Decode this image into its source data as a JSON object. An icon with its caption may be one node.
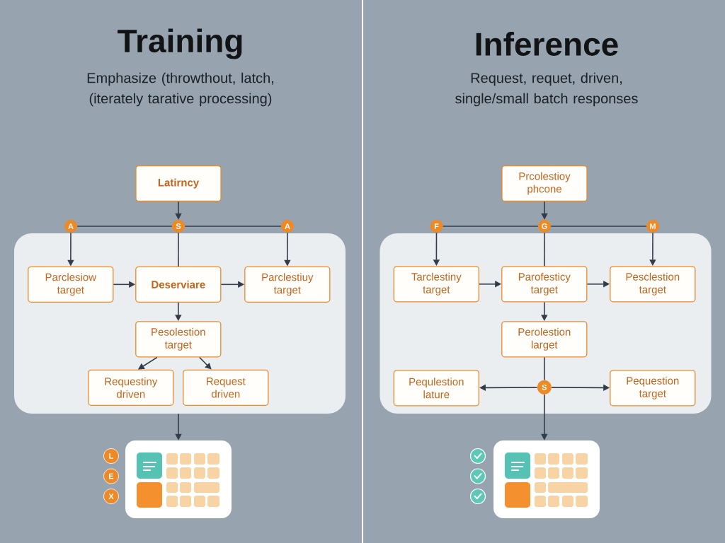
{
  "diagram": {
    "nodes": [
      {
        "text": [
          "Latirncy"
        ]
      },
      {
        "text": [
          "A"
        ]
      },
      {
        "text": [
          "S"
        ]
      },
      {
        "text": [
          "A"
        ]
      },
      {
        "text": [],
        "shape": "box"
      },
      {
        "text": [
          "Parclesiow target"
        ],
        "in": 4
      },
      {
        "text": [
          "Deserviare"
        ],
        "in": 4
      },
      {
        "text": [
          "Parclestiuy target"
        ],
        "in": 4
      },
      {
        "text": [
          "Pesolestion target"
        ],
        "in": 4
      },
      {
        "text": [
          "Requestiny driven"
        ],
        "in": 4
      },
      {
        "text": [
          "Request driven"
        ],
        "in": 4
      },
      {
        "text": [
          "L"
        ]
      },
      {
        "text": [
          "E"
        ]
      },
      {
        "text": [
          "X"
        ]
      },
      {
        "text": [],
        "shape": "box"
      },
      {
        "text": [
          "Prcolestioy phcone"
        ]
      },
      {
        "text": [
          "F"
        ]
      },
      {
        "text": [
          "G"
        ]
      },
      {
        "text": [
          "M"
        ]
      },
      {
        "text": [],
        "shape": "box"
      },
      {
        "text": [
          "Tarclestiny target"
        ],
        "in": 19
      },
      {
        "text": [
          "Parofesticy target"
        ],
        "in": 19
      },
      {
        "text": [
          "Pesclestion target"
        ],
        "in": 19
      },
      {
        "text": [
          "Perolestion larget"
        ],
        "in": 19
      },
      {
        "text": [
          "Pequlestion lature"
        ],
        "in": 19
      },
      {
        "text": [
          "S"
        ],
        "in": 19
      },
      {
        "text": [
          "Pequestion target"
        ],
        "in": 19
      },
      {
        "text": [],
        "shape": "box"
      }
    ],
    "edges": [
      {
        "from": 0,
        "to": 2,
        "arrow": "to"
      },
      {
        "from": 2,
        "to": 1,
        "arrow": "none"
      },
      {
        "from": 2,
        "to": 3,
        "arrow": "none"
      },
      {
        "from": 1,
        "to": 5,
        "arrow": "to"
      },
      {
        "from": 3,
        "to": 7,
        "arrow": "to"
      },
      {
        "from": 2,
        "to": 6,
        "arrow": "none"
      },
      {
        "from": 5,
        "to": 6,
        "arrow": "to"
      },
      {
        "from": 6,
        "to": 7,
        "arrow": "to"
      },
      {
        "from": 6,
        "to": 8,
        "arrow": "to"
      },
      {
        "from": 8,
        "to": 9,
        "arrow": "to"
      },
      {
        "from": 8,
        "to": 10,
        "arrow": "to"
      },
      {
        "from": 4,
        "to": 14,
        "arrow": "to"
      },
      {
        "from": 15,
        "to": 17,
        "arrow": "to"
      },
      {
        "from": 17,
        "to": 16,
        "arrow": "none"
      },
      {
        "from": 17,
        "to": 18,
        "arrow": "none"
      },
      {
        "from": 16,
        "to": 20,
        "arrow": "to"
      },
      {
        "from": 18,
        "to": 22,
        "arrow": "to"
      },
      {
        "from": 17,
        "to": 21,
        "arrow": "none"
      },
      {
        "from": 20,
        "to": 21,
        "arrow": "to"
      },
      {
        "from": 21,
        "to": 22,
        "arrow": "to"
      },
      {
        "from": 21,
        "to": 23,
        "arrow": "to"
      },
      {
        "from": 23,
        "to": 25,
        "arrow": "none"
      },
      {
        "from": 25,
        "to": 24,
        "arrow": "to"
      },
      {
        "from": 25,
        "to": 26,
        "arrow": "to"
      },
      {
        "from": 25,
        "to": 27,
        "arrow": "to"
      }
    ],
    "labels": [
      "Training",
      "Emphasize (throwthout, latch, (iterately tarative processing)",
      "Inference",
      "Request, requet, driven, single/small batch responses"
    ]
  }
}
